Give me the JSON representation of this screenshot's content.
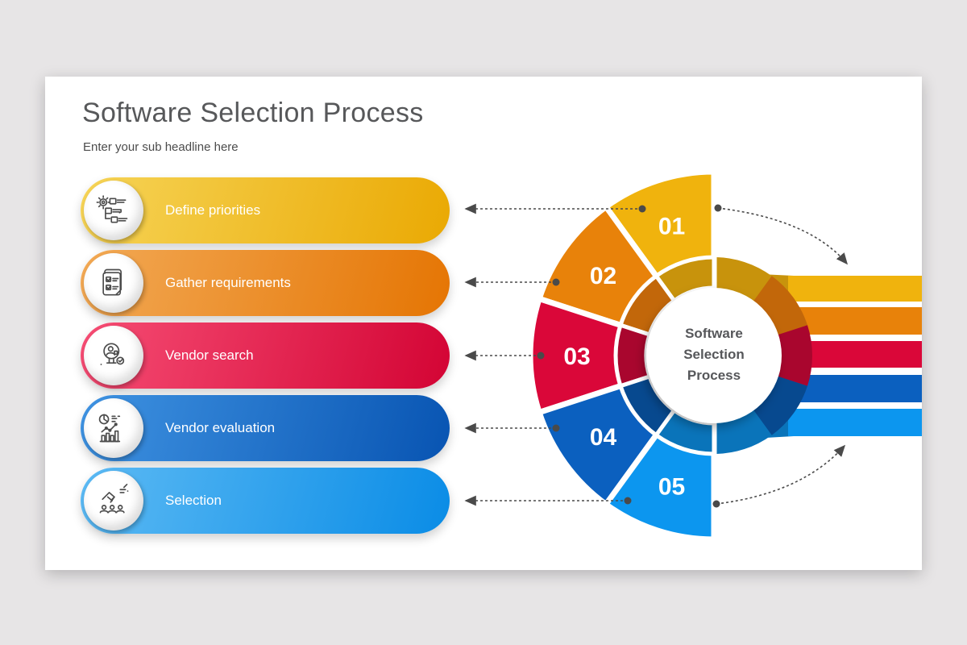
{
  "slide": {
    "title": "Software Selection Process",
    "subtitle": "Enter your sub headline here"
  },
  "center": {
    "lines": [
      "Software",
      "Selection",
      "Process"
    ]
  },
  "steps": [
    {
      "number": "01",
      "label": "Define priorities",
      "icon": "priorities-gear-list-icon",
      "color": "#f0b30d",
      "color_dark": "#c8930c",
      "gradient_css": "background:linear-gradient(105deg,#f6d457,#eaa903)"
    },
    {
      "number": "02",
      "label": "Gather requirements",
      "icon": "requirements-checklist-icon",
      "color": "#e8820a",
      "color_dark": "#c2670a",
      "gradient_css": "background:linear-gradient(105deg,#f2a955,#e57503)"
    },
    {
      "number": "03",
      "label": "Vendor search",
      "icon": "vendor-search-magnifier-icon",
      "color": "#da0739",
      "color_dark": "#a9062e",
      "gradient_css": "background:linear-gradient(105deg,#f64d74,#d30434)"
    },
    {
      "number": "04",
      "label": "Vendor evaluation",
      "icon": "vendor-evaluation-chart-icon",
      "color": "#0b60bf",
      "color_dark": "#07498f",
      "gradient_css": "background:linear-gradient(105deg,#3f93e2,#0854b2)"
    },
    {
      "number": "05",
      "label": "Selection",
      "icon": "selection-hand-icon",
      "color": "#0c96ef",
      "color_dark": "#0a74ba",
      "gradient_css": "background:linear-gradient(105deg,#5cbaf4,#0a8ce6)"
    }
  ],
  "connector_color": "#4a4a4a"
}
